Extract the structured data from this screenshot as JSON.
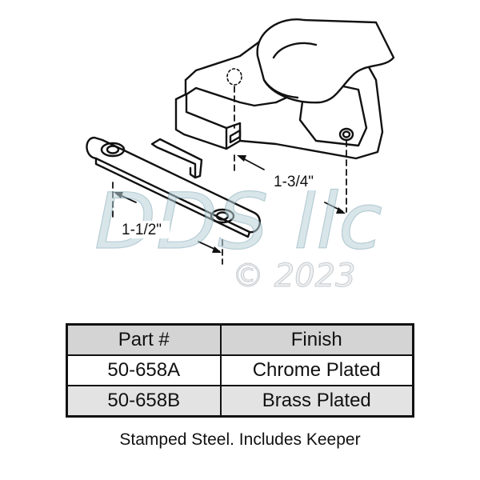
{
  "drawing": {
    "dimensions": {
      "keeper_hole_spacing": "1-1/2\"",
      "lock_hole_spacing": "1-3/4\""
    },
    "watermark": {
      "text": "DDS llc",
      "copyright": "© 2023"
    }
  },
  "table": {
    "headers": [
      "Part #",
      "Finish"
    ],
    "rows": [
      {
        "part": "50-658A",
        "finish": "Chrome Plated"
      },
      {
        "part": "50-658B",
        "finish": "Brass Plated"
      }
    ]
  },
  "caption": "Stamped Steel. Includes Keeper",
  "colors": {
    "line": "#111111",
    "header_fill": "#d4d4d4",
    "watermark": "#b9d3da"
  }
}
